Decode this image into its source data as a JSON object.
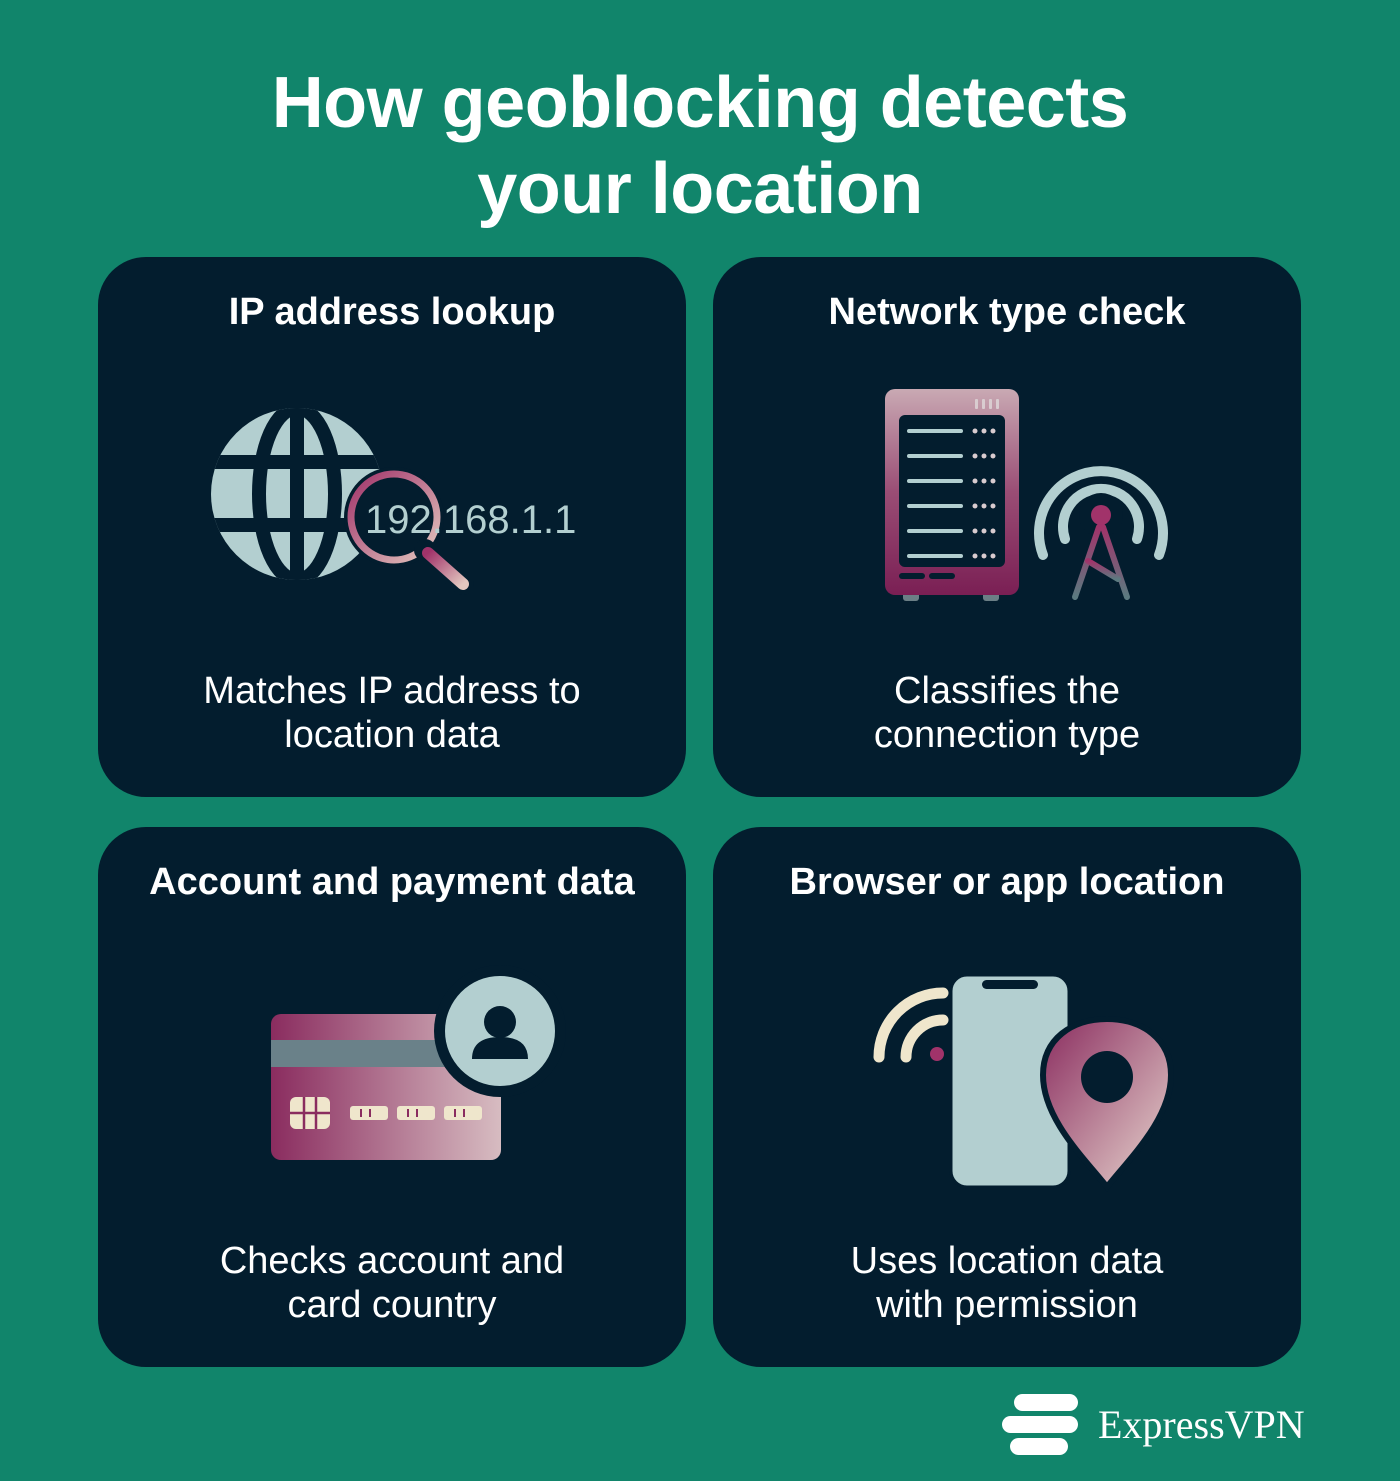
{
  "header": {
    "title_line1": "How geoblocking detects",
    "title_line2": "your location"
  },
  "cards": [
    {
      "title": "IP address lookup",
      "ip_text": "192.168.1.1",
      "desc_line1": "Matches IP address to",
      "desc_line2": "location data",
      "icons": [
        "globe-icon",
        "magnifier-icon"
      ]
    },
    {
      "title": "Network type check",
      "desc_line1": "Classifies the",
      "desc_line2": "connection type",
      "icons": [
        "server-rack-icon",
        "antenna-icon"
      ]
    },
    {
      "title": "Account and payment data",
      "desc_line1": "Checks account and",
      "desc_line2": "card country",
      "icons": [
        "credit-card-icon",
        "user-avatar-icon"
      ]
    },
    {
      "title": "Browser or app location",
      "desc_line1": "Uses location data",
      "desc_line2": "with permission",
      "icons": [
        "smartphone-icon",
        "wifi-signal-icon",
        "map-pin-icon"
      ]
    }
  ],
  "brand": {
    "name": "ExpressVPN",
    "icon": "expressvpn-logo-icon"
  },
  "colors": {
    "background": "#11856b",
    "card": "#031d2e",
    "light_icon": "#b3cfd0",
    "accent_magenta": "#9a3d6c",
    "accent_pink": "#c9a3ad",
    "cream": "#efe6cc"
  }
}
